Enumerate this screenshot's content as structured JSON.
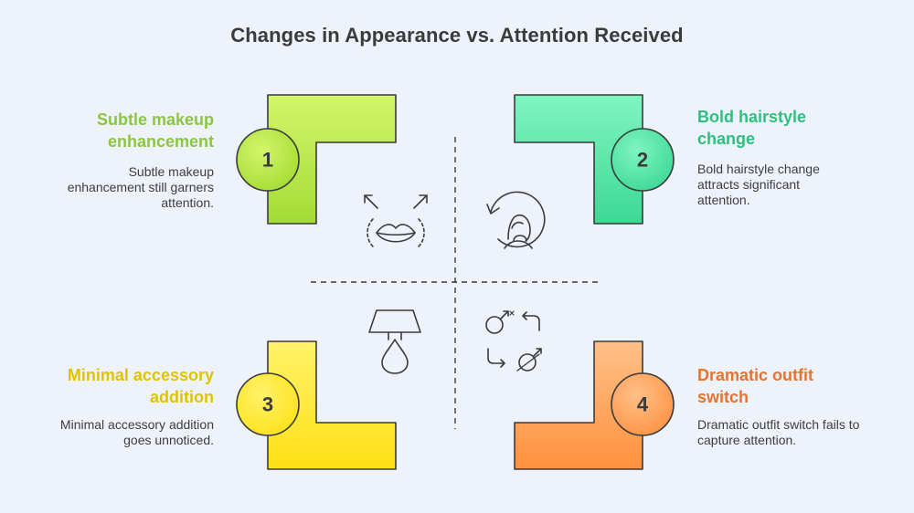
{
  "title": "Changes in Appearance vs. Attention Received",
  "items": [
    {
      "number": "1",
      "heading": "Subtle makeup enhancement",
      "description": "Subtle makeup enhancement still garners attention.",
      "color": "#8cc63f",
      "icon": "lips-icon"
    },
    {
      "number": "2",
      "heading": "Bold hairstyle change",
      "description": "Bold hairstyle change attracts significant attention.",
      "color": "#2fbf7f",
      "icon": "hairstyle-icon"
    },
    {
      "number": "3",
      "heading": "Minimal accessory addition",
      "description": "Minimal accessory addition goes unnoticed.",
      "color": "#e0c300",
      "icon": "pendant-icon"
    },
    {
      "number": "4",
      "heading": "Dramatic outfit switch",
      "description": "Dramatic outfit switch fails to capture attention.",
      "color": "#e8732c",
      "icon": "gender-swap-icon"
    }
  ]
}
